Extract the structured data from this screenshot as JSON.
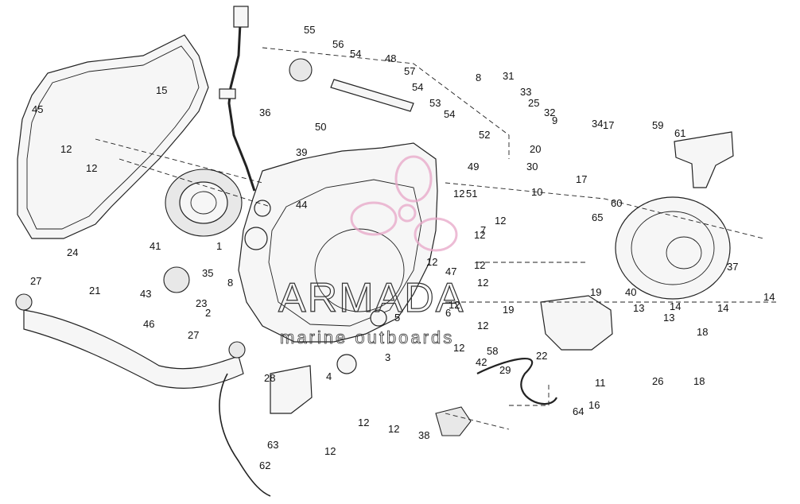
{
  "watermark": {
    "brand": "ARMADA",
    "tagline": "marine outboards",
    "logo_color": "#e8a6c8"
  },
  "callouts": [
    {
      "label": "1"
    },
    {
      "label": "2"
    },
    {
      "label": "3"
    },
    {
      "label": "4"
    },
    {
      "label": "5"
    },
    {
      "label": "6"
    },
    {
      "label": "7"
    },
    {
      "label": "8"
    },
    {
      "label": "8"
    },
    {
      "label": "9"
    },
    {
      "label": "10"
    },
    {
      "label": "11"
    },
    {
      "label": "12"
    },
    {
      "label": "12"
    },
    {
      "label": "12"
    },
    {
      "label": "12"
    },
    {
      "label": "12"
    },
    {
      "label": "12"
    },
    {
      "label": "12"
    },
    {
      "label": "12"
    },
    {
      "label": "12"
    },
    {
      "label": "12"
    },
    {
      "label": "12"
    },
    {
      "label": "12"
    },
    {
      "label": "12"
    },
    {
      "label": "12"
    },
    {
      "label": "13"
    },
    {
      "label": "13"
    },
    {
      "label": "14"
    },
    {
      "label": "14"
    },
    {
      "label": "14"
    },
    {
      "label": "15"
    },
    {
      "label": "16"
    },
    {
      "label": "17"
    },
    {
      "label": "17"
    },
    {
      "label": "18"
    },
    {
      "label": "18"
    },
    {
      "label": "19"
    },
    {
      "label": "19"
    },
    {
      "label": "20"
    },
    {
      "label": "21"
    },
    {
      "label": "22"
    },
    {
      "label": "23"
    },
    {
      "label": "24"
    },
    {
      "label": "25"
    },
    {
      "label": "26"
    },
    {
      "label": "27"
    },
    {
      "label": "27"
    },
    {
      "label": "28"
    },
    {
      "label": "29"
    },
    {
      "label": "30"
    },
    {
      "label": "31"
    },
    {
      "label": "32"
    },
    {
      "label": "33"
    },
    {
      "label": "34"
    },
    {
      "label": "35"
    },
    {
      "label": "36"
    },
    {
      "label": "37"
    },
    {
      "label": "38"
    },
    {
      "label": "39"
    },
    {
      "label": "40"
    },
    {
      "label": "41"
    },
    {
      "label": "42"
    },
    {
      "label": "43"
    },
    {
      "label": "44"
    },
    {
      "label": "45"
    },
    {
      "label": "46"
    },
    {
      "label": "47"
    },
    {
      "label": "48"
    },
    {
      "label": "49"
    },
    {
      "label": "50"
    },
    {
      "label": "51"
    },
    {
      "label": "52"
    },
    {
      "label": "53"
    },
    {
      "label": "54"
    },
    {
      "label": "54"
    },
    {
      "label": "54"
    },
    {
      "label": "55"
    },
    {
      "label": "56"
    },
    {
      "label": "57"
    },
    {
      "label": "58"
    },
    {
      "label": "59"
    },
    {
      "label": "60"
    },
    {
      "label": "61"
    },
    {
      "label": "62"
    },
    {
      "label": "63"
    },
    {
      "label": "64"
    },
    {
      "label": "65"
    }
  ]
}
